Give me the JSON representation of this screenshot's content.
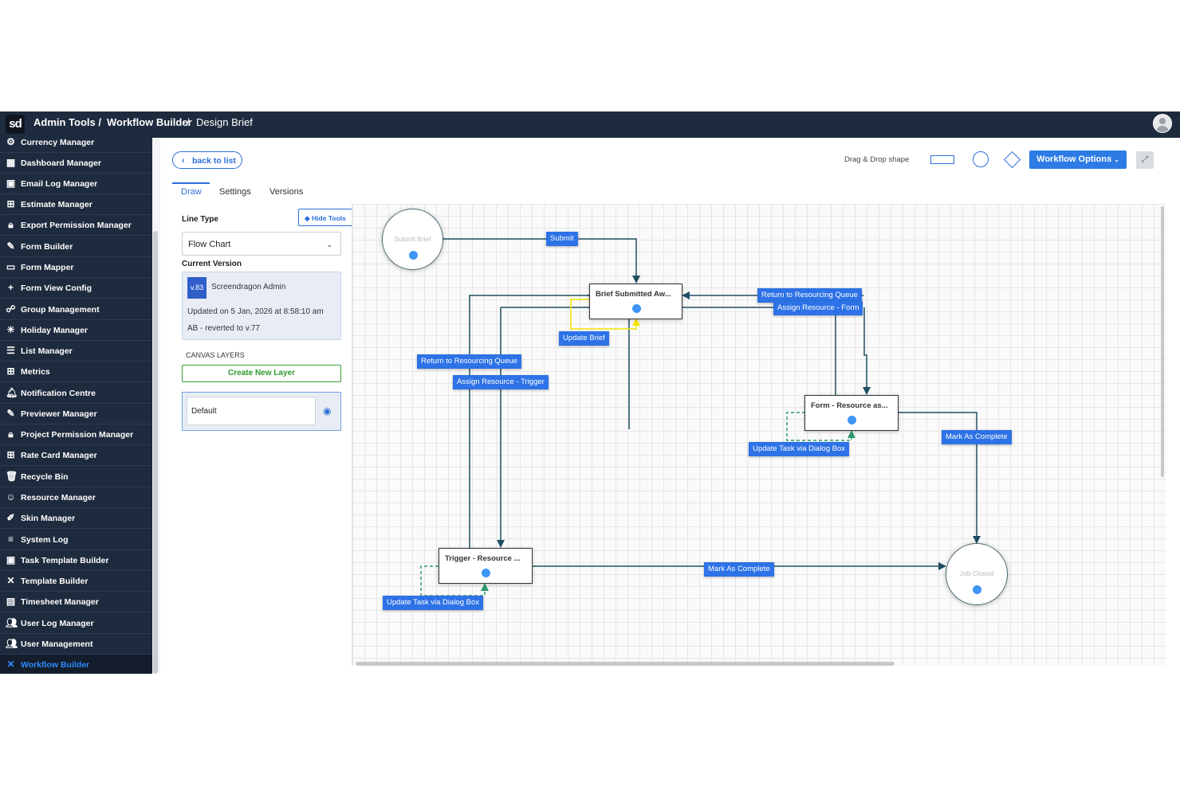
{
  "header": {
    "logo_text": "sd",
    "crumbs": [
      "Admin Tools /",
      "Workflow Builder",
      "/",
      "Design Brief"
    ]
  },
  "sidebar": {
    "items": [
      {
        "label": "Currency Manager",
        "icon": "gear-icon"
      },
      {
        "label": "Dashboard Manager",
        "icon": "dashboard-icon"
      },
      {
        "label": "Email Log Manager",
        "icon": "briefcase-icon"
      },
      {
        "label": "Estimate Manager",
        "icon": "calculator-icon"
      },
      {
        "label": "Export Permission Manager",
        "icon": "lock-icon"
      },
      {
        "label": "Form Builder",
        "icon": "edit-icon"
      },
      {
        "label": "Form Mapper",
        "icon": "laptop-icon"
      },
      {
        "label": "Form View Config",
        "icon": "plus-icon"
      },
      {
        "label": "Group Management",
        "icon": "group-icon"
      },
      {
        "label": "Holiday Manager",
        "icon": "sun-icon"
      },
      {
        "label": "List Manager",
        "icon": "list-icon"
      },
      {
        "label": "Metrics",
        "icon": "calculator-icon"
      },
      {
        "label": "Notification Centre",
        "icon": "bell-icon"
      },
      {
        "label": "Previewer Manager",
        "icon": "edit-icon"
      },
      {
        "label": "Project Permission Manager",
        "icon": "lock-icon"
      },
      {
        "label": "Rate Card Manager",
        "icon": "calculator-icon"
      },
      {
        "label": "Recycle Bin",
        "icon": "trash-icon"
      },
      {
        "label": "Resource Manager",
        "icon": "resource-icon"
      },
      {
        "label": "Skin Manager",
        "icon": "brush-icon"
      },
      {
        "label": "System Log",
        "icon": "log-icon"
      },
      {
        "label": "Task Template Builder",
        "icon": "briefcase-icon"
      },
      {
        "label": "Template Builder",
        "icon": "tools-icon"
      },
      {
        "label": "Timesheet Manager",
        "icon": "calendar-icon"
      },
      {
        "label": "User Log Manager",
        "icon": "users-icon"
      },
      {
        "label": "User Management",
        "icon": "users-icon"
      },
      {
        "label": "Workflow Builder",
        "icon": "tools-icon",
        "active": true
      }
    ]
  },
  "toolbar": {
    "back_label": "back to list",
    "drag_drop_label": "Drag & Drop shape",
    "workflow_options_label": "Workflow Options"
  },
  "tabs": [
    "Draw",
    "Settings",
    "Versions"
  ],
  "tools": {
    "line_type_label": "Line Type",
    "hide_tools_label": "Hide Tools",
    "line_type_value": "Flow Chart",
    "current_version_label": "Current Version",
    "version_badge": "v.83",
    "version_author": "Screendragon Admin",
    "version_updated": "Updated on 5 Jan, 2026 at 8:58:10 am",
    "version_note": "AB - reverted to v.77",
    "canvas_layers_label": "CANVAS LAYERS",
    "create_layer_label": "Create New Layer",
    "layer_name": "Default"
  },
  "canvas": {
    "nodes": {
      "submit_brief": "Submit Brief",
      "brief_submitted": "Brief Submitted Aw...",
      "form_resource": "Form - Resource as...",
      "trigger_resource": "Trigger - Resource ...",
      "job_closed": "Job Closed"
    },
    "edges": {
      "submit": "Submit",
      "return_queue_right": "Return to Resourcing Queue",
      "assign_form": "Assign Resource - Form",
      "update_brief": "Update Brief",
      "return_queue_left": "Return to Resourcing Queue",
      "assign_trigger": "Assign Resource - Trigger",
      "update_dialog_right": "Update Task via Dialog Box",
      "mark_complete_right": "Mark As Complete",
      "mark_complete_bottom": "Mark As Complete",
      "update_dialog_left": "Update Task via Dialog Box"
    }
  },
  "colors": {
    "nav_bg": "#1e2b3e",
    "accent": "#2d7ce6",
    "connector": "#1f4e62",
    "label_bg": "#2d72e6",
    "update_brief_line": "#f2e600",
    "dialog_line": "#2e9a6a"
  }
}
